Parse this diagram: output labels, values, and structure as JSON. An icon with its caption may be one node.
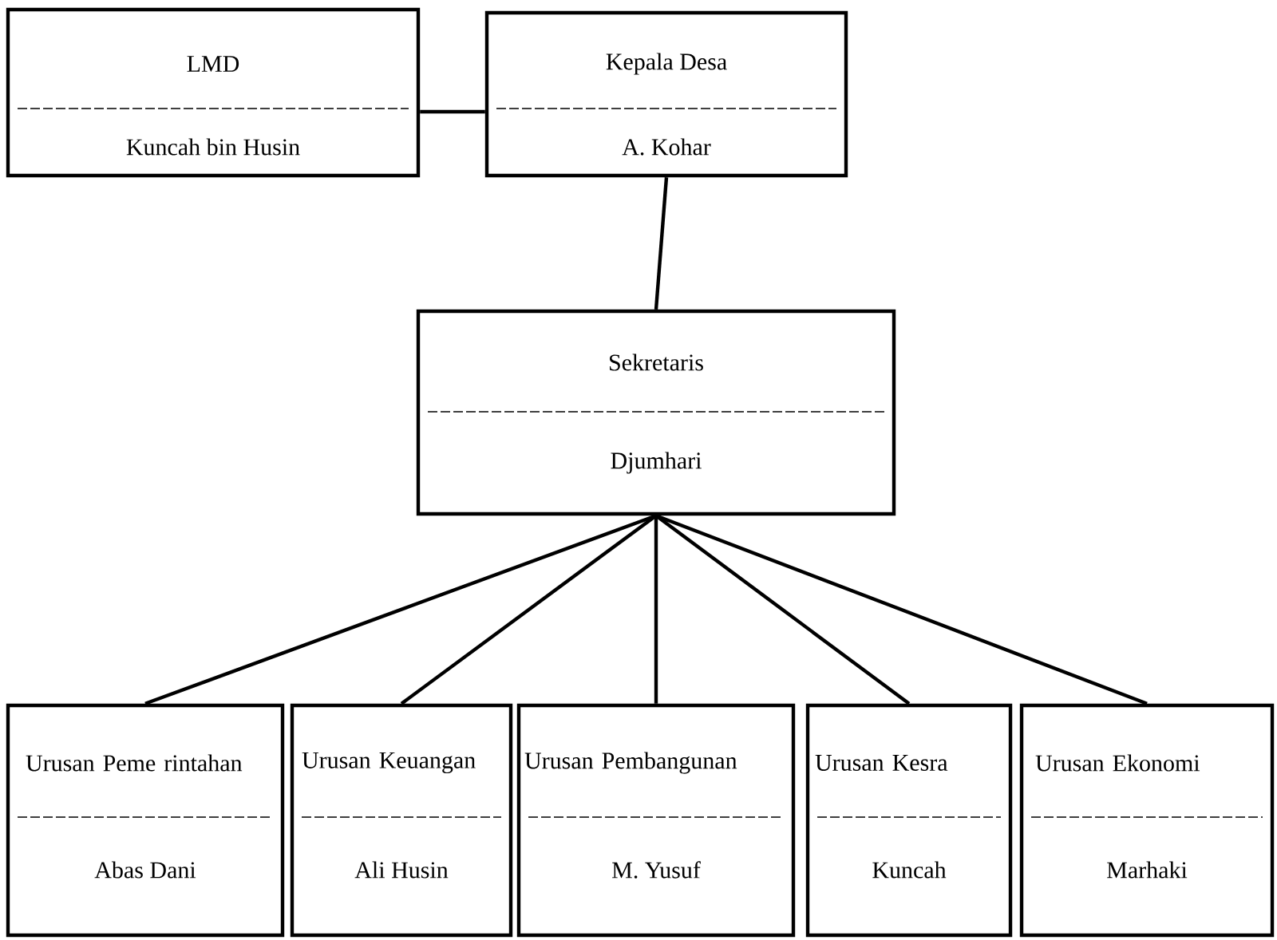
{
  "diagram": {
    "nodes": [
      {
        "text": [
          "LMD",
          "Kuncah bin Husin"
        ]
      },
      {
        "text": [
          "Kepala Desa",
          "A. Kohar"
        ]
      },
      {
        "text": [
          "Sekretaris",
          "Djumhari"
        ]
      },
      {
        "text": [
          "Urusan Peme rintahan",
          "Abas Dani"
        ]
      },
      {
        "text": [
          "Urusan Keuangan",
          "Ali Husin"
        ]
      },
      {
        "text": [
          "Urusan Pembangunan",
          "M. Yusuf"
        ]
      },
      {
        "text": [
          "Urusan Kesra",
          "Kuncah"
        ]
      },
      {
        "text": [
          "Urusan Ekonomi",
          "Marhaki"
        ]
      }
    ],
    "edges": [
      {
        "from": 0,
        "to": 1,
        "arrow": "none"
      },
      {
        "from": 1,
        "to": 2,
        "arrow": "none"
      },
      {
        "from": 2,
        "to": 3,
        "arrow": "none"
      },
      {
        "from": 2,
        "to": 4,
        "arrow": "none"
      },
      {
        "from": 2,
        "to": 5,
        "arrow": "none"
      },
      {
        "from": 2,
        "to": 6,
        "arrow": "none"
      },
      {
        "from": 2,
        "to": 7,
        "arrow": "none"
      }
    ]
  }
}
